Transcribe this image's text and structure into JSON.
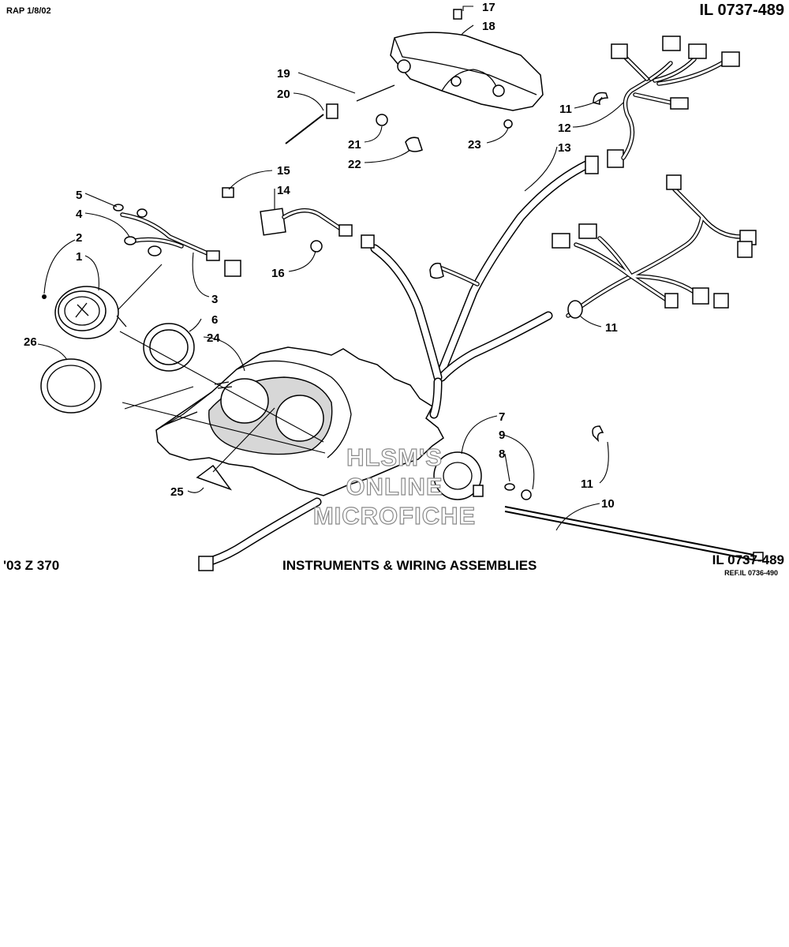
{
  "header": {
    "date_stamp": "RAP 1/8/02",
    "illustration_id": "IL 0737-489"
  },
  "footer": {
    "model": "'03 Z 370",
    "title": "INSTRUMENTS & WIRING ASSEMBLIES",
    "illustration_id": "IL 0737-489",
    "reference": "REF.IL 0736-490"
  },
  "watermark": [
    "HLSM'S",
    "ONLINE",
    "MICROFICHE"
  ],
  "callouts": [
    "17",
    "18",
    "19",
    "20",
    "21",
    "22",
    "23",
    "15",
    "14",
    "5",
    "4",
    "2",
    "1",
    "3",
    "16",
    "11",
    "12",
    "13",
    "11",
    "6",
    "24",
    "26",
    "25",
    "7",
    "9",
    "8",
    "11",
    "10"
  ]
}
